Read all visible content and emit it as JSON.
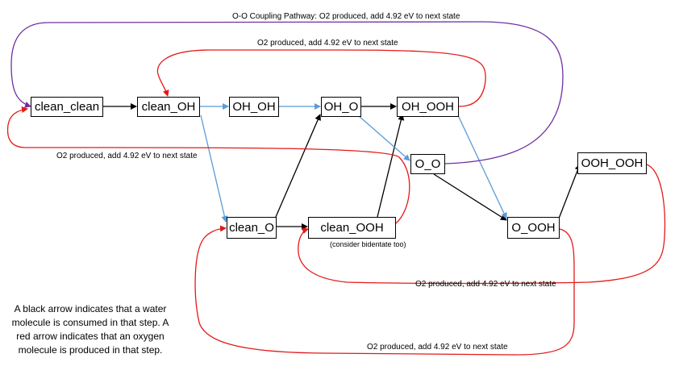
{
  "nodes": {
    "clean_clean": "clean_clean",
    "clean_OH": "clean_OH",
    "OH_OH": "OH_OH",
    "OH_O": "OH_O",
    "OH_OOH": "OH_OOH",
    "O_O": "O_O",
    "OOH_OOH": "OOH_OOH",
    "clean_O": "clean_O",
    "clean_OOH": "clean_OOH",
    "O_OOH": "O_OOH"
  },
  "labels": {
    "oo_coupling": "O-O Coupling Pathway: O2 produced, add 4.92 eV to next state",
    "o2_top": "O2 produced, add 4.92 eV to next state",
    "o2_left": "O2 produced, add 4.92 eV to next state",
    "bidentate": "(consider bidentate too)",
    "o2_mid_bottom": "O2 produced, add 4.92 eV to next state",
    "o2_bottom": "O2 produced, add 4.92 eV to next state"
  },
  "legend": "A black arrow indicates that a water molecule is consumed in that step. A red arrow indicates that an oxygen molecule is produced in that step.",
  "colors": {
    "water_step": "#000000",
    "o2_step": "#e31a1a",
    "blue_step": "#5b9bd5",
    "coupling_step": "#7030a0"
  }
}
